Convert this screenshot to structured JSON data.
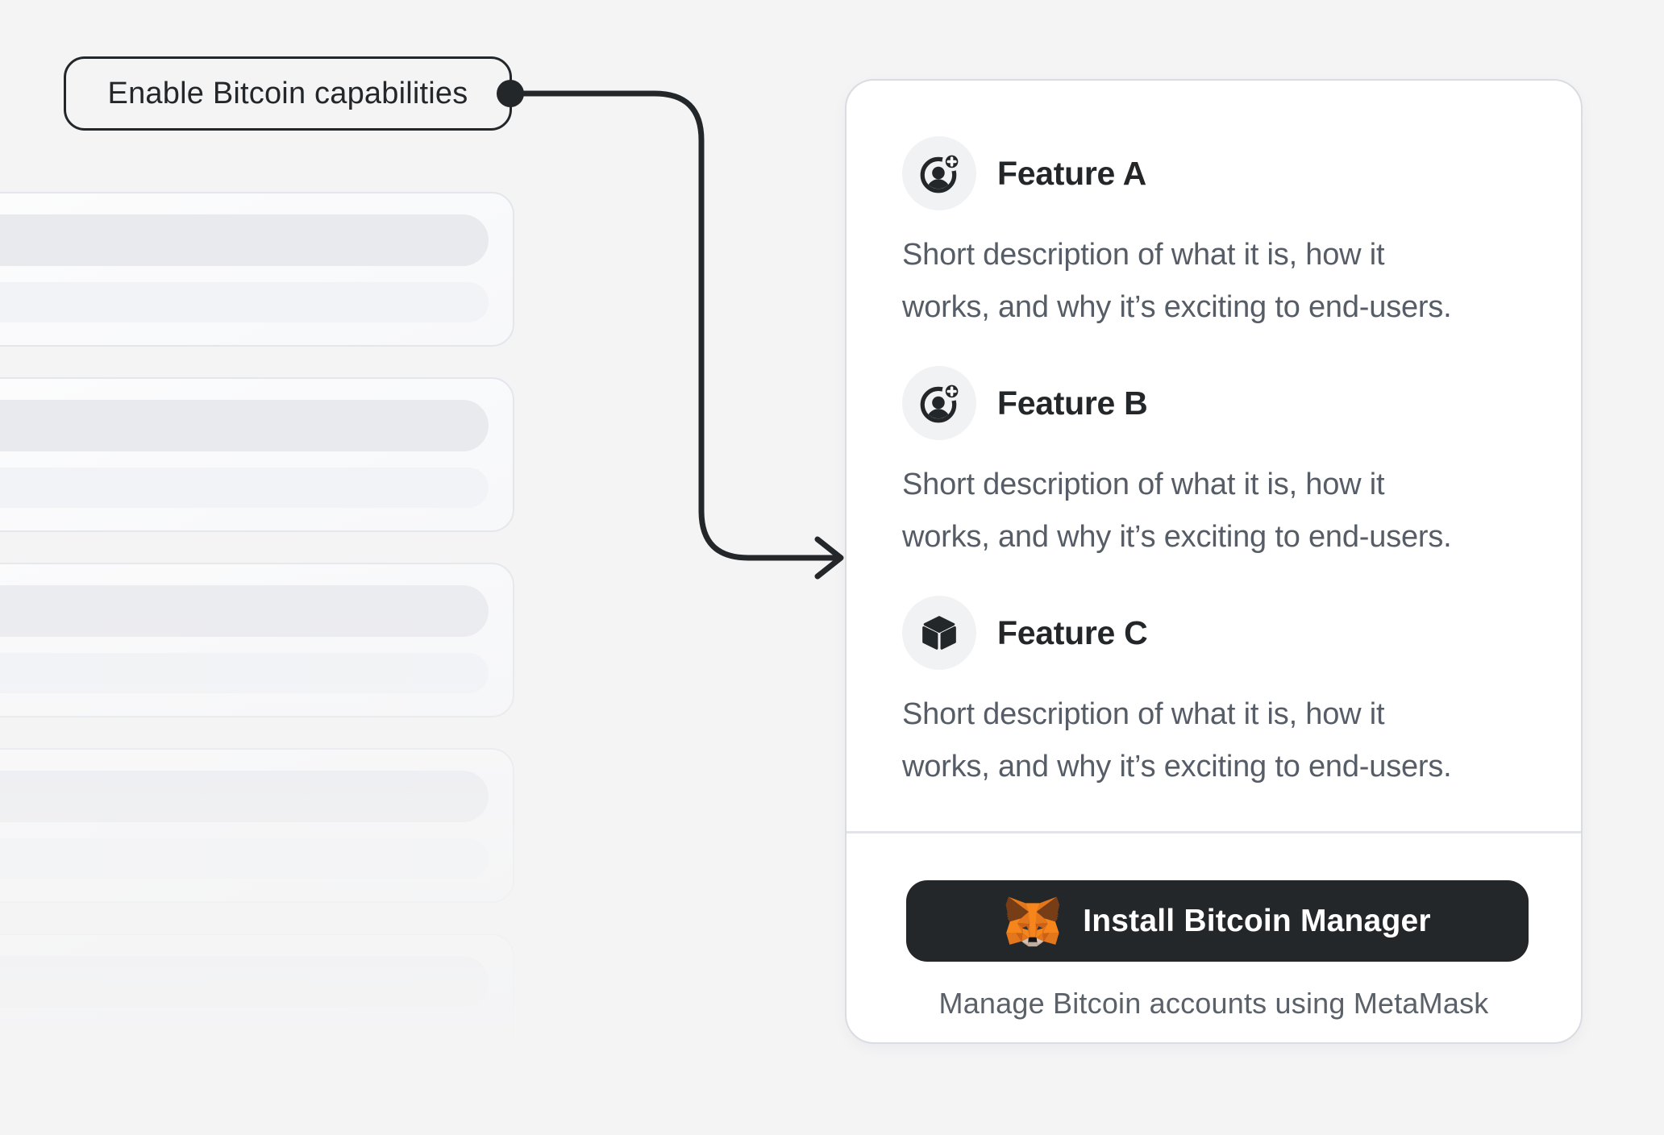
{
  "callout": {
    "label": "Enable Bitcoin capabilities"
  },
  "feature_card": {
    "features": [
      {
        "icon": "account-add-icon",
        "title": "Feature A",
        "description_lines": [
          "Short description of what it is, how it",
          "works, and why it’s exciting to end-users."
        ]
      },
      {
        "icon": "account-add-icon",
        "title": "Feature B",
        "description_lines": [
          "Short description of what it is, how it",
          "works, and why it’s exciting to end-users."
        ]
      },
      {
        "icon": "cube-icon",
        "title": "Feature C",
        "description_lines": [
          "Short description of what it is, how it",
          "works, and why it’s exciting to end-users."
        ]
      }
    ],
    "install_button": {
      "icon": "metamask-fox-icon",
      "label": "Install Bitcoin Manager"
    },
    "caption": "Manage Bitcoin accounts using MetaMask"
  },
  "colors": {
    "background": "#f4f4f5",
    "ink": "#24272a",
    "card_background": "#ffffff",
    "card_border": "#d9dce1",
    "muted_text": "#565d66",
    "icon_circle_background": "#f1f2f4",
    "button_background": "#24272a",
    "button_text": "#ffffff",
    "metamask_orange": "#f6851b",
    "skeleton_bar_dark": "#e9eaee",
    "skeleton_bar_light": "#f2f3f6"
  }
}
